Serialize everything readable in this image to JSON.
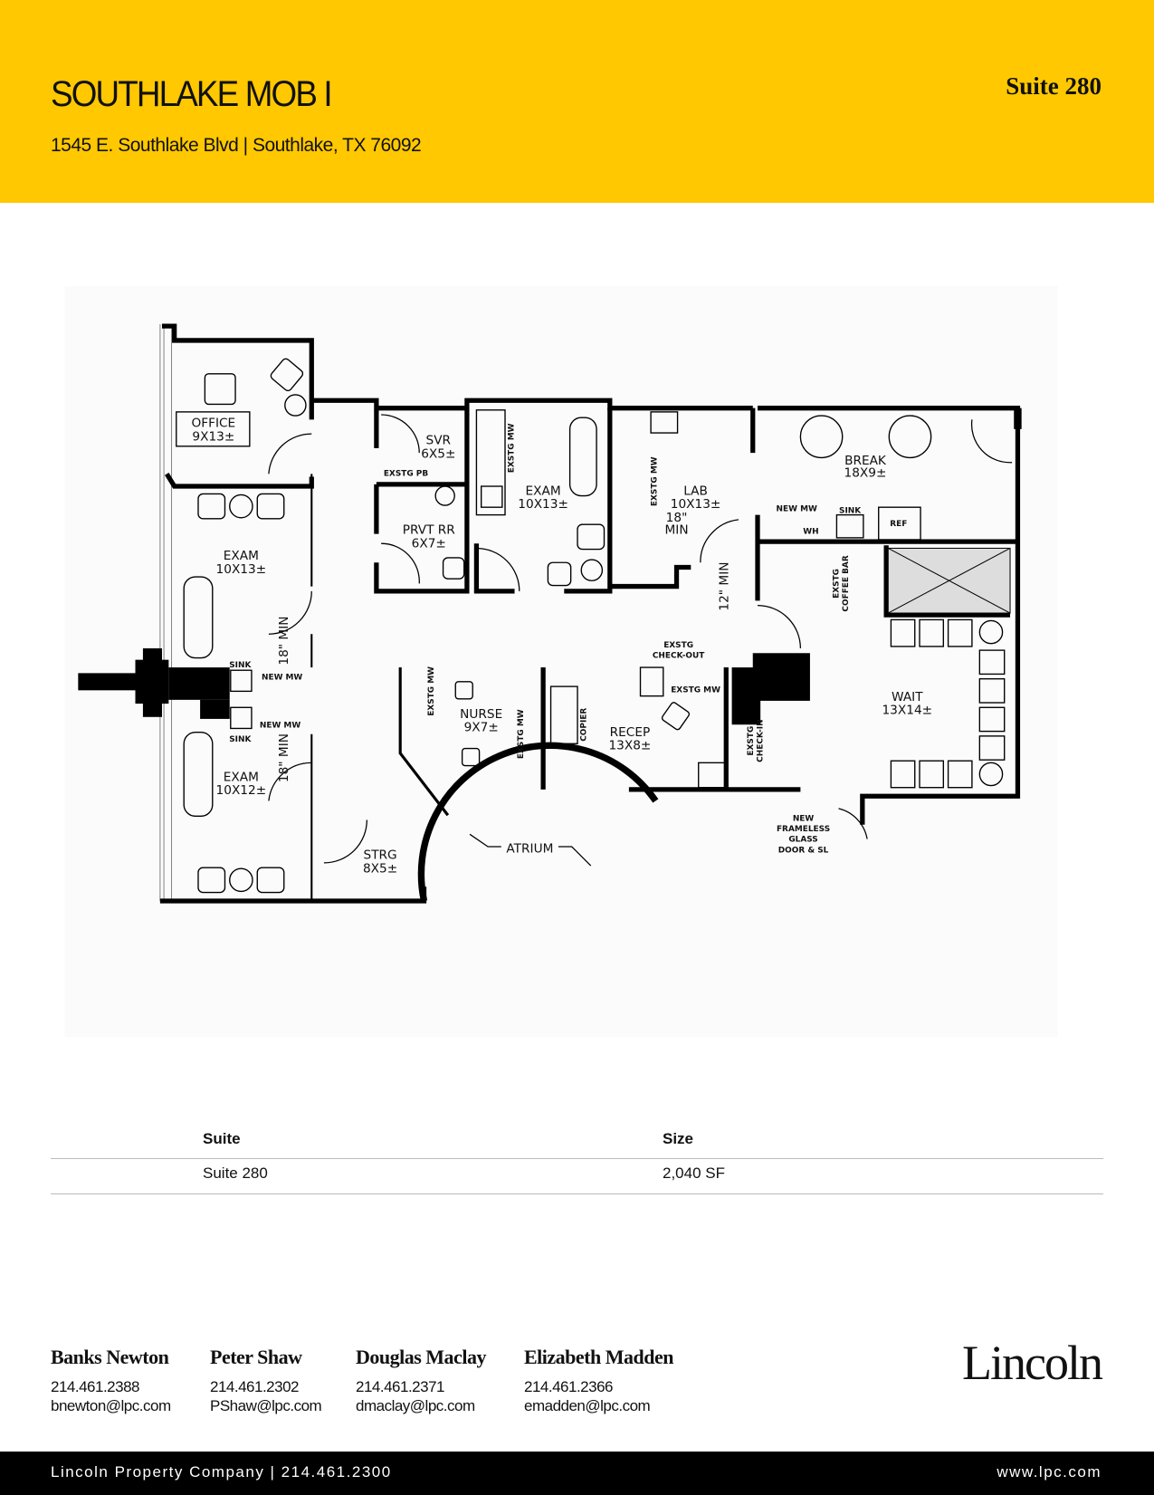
{
  "header": {
    "title": "SOUTHLAKE MOB I",
    "address": "1545 E. Southlake Blvd  |  Southlake, TX 76092",
    "suite": "Suite 280",
    "background_color": "#ffc800"
  },
  "floorplan": {
    "rooms": {
      "office": [
        "OFFICE",
        "9X13±"
      ],
      "svr": [
        "SVR",
        "6X5±"
      ],
      "prvt_rr": [
        "PRVT RR",
        "6X7±"
      ],
      "exam_top": [
        "EXAM",
        "10X13±"
      ],
      "lab": [
        "LAB",
        "10X13±"
      ],
      "break": [
        "BREAK",
        "18X9±"
      ],
      "exam_left": [
        "EXAM",
        "10X13±"
      ],
      "nurse": [
        "NURSE",
        "9X7±"
      ],
      "recep": [
        "RECEP",
        "13X8±"
      ],
      "wait": [
        "WAIT",
        "13X14±"
      ],
      "exam_bottom": [
        "EXAM",
        "10X12±"
      ],
      "strg": [
        "STRG",
        "8X5±"
      ]
    },
    "notes": {
      "exstg_pb": "EXSTG PB",
      "exstg_mw": "EXSTG MW",
      "min_18": [
        "18\"",
        "MIN"
      ],
      "min_18_v": "18\" MIN",
      "min_12_v": "12\" MIN",
      "new_mw": "NEW MW",
      "sink": "SINK",
      "ref": "REF",
      "wh": "WH",
      "coffee_bar": [
        "EXSTG",
        "COFFEE BAR"
      ],
      "check_out": [
        "EXSTG",
        "CHECK-OUT"
      ],
      "copier": "COPIER",
      "check_in": [
        "EXSTG",
        "CHECK-IN"
      ],
      "atrium": "ATRIUM",
      "glass_door": [
        "NEW",
        "FRAMELESS",
        "GLASS",
        "DOOR & SL"
      ]
    }
  },
  "table": {
    "headers": [
      "Suite",
      "Size"
    ],
    "rows": [
      [
        "Suite 280",
        "2,040 SF"
      ]
    ]
  },
  "contacts": [
    {
      "name": "Banks Newton",
      "phone": "214.461.2388",
      "email": "bnewton@lpc.com"
    },
    {
      "name": "Peter Shaw",
      "phone": "214.461.2302",
      "email": "PShaw@lpc.com"
    },
    {
      "name": "Douglas Maclay",
      "phone": "214.461.2371",
      "email": "dmaclay@lpc.com"
    },
    {
      "name": "Elizabeth Madden",
      "phone": "214.461.2366",
      "email": "emadden@lpc.com"
    }
  ],
  "logo": "Lincoln",
  "footer": {
    "left": "Lincoln Property Company  |  214.461.2300",
    "right": "www.lpc.com"
  }
}
